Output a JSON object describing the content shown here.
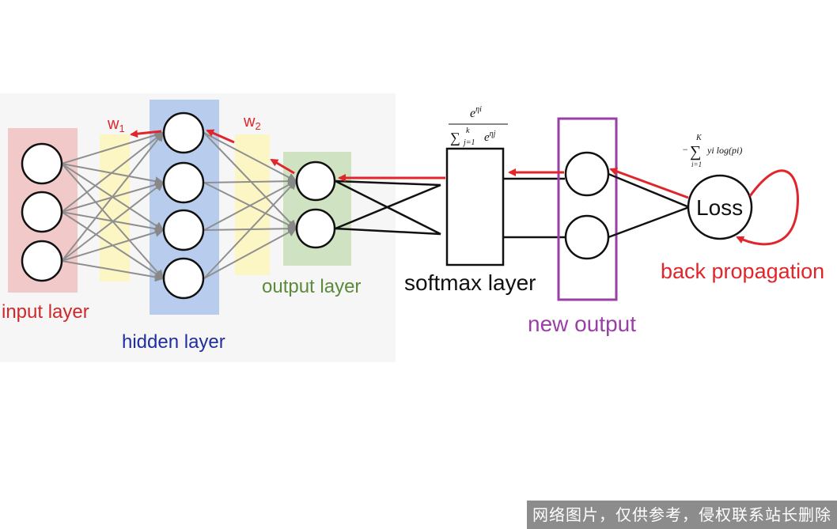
{
  "labels": {
    "input_layer": "input layer",
    "hidden_layer": "hidden layer",
    "output_layer": "output layer",
    "softmax_layer": "softmax layer",
    "new_output": "new output",
    "loss": "Loss",
    "back_propagation": "back propagation",
    "w1_letter": "w",
    "w1_sub": "1",
    "w2_letter": "w",
    "w2_sub": "2"
  },
  "formulas": {
    "softmax_numerator": "e",
    "softmax_numerator_sup": "ηi",
    "softmax_denominator_sum": "∑",
    "softmax_denominator_upper": "k",
    "softmax_denominator_lower": "j=1",
    "softmax_denominator_term": "e",
    "softmax_denominator_sup": "ηj",
    "loss_minus": "−",
    "loss_sum": "∑",
    "loss_upper": "K",
    "loss_lower": "i=1",
    "loss_term": "yi log(pi)"
  },
  "watermark": "网络图片，仅供参考，侵权联系站长删除",
  "colors": {
    "input_band": "#f2c9c9",
    "hidden_band": "#b8cdee",
    "output_band": "#cfe3c3",
    "weight_band": "#fbf6c4",
    "input_label": "#d0282a",
    "hidden_label": "#1f2fa0",
    "output_label": "#5a8a3a",
    "new_output": "#9a3fa6",
    "arrow": "#e0262b",
    "back_propagation": "#e0262b"
  }
}
